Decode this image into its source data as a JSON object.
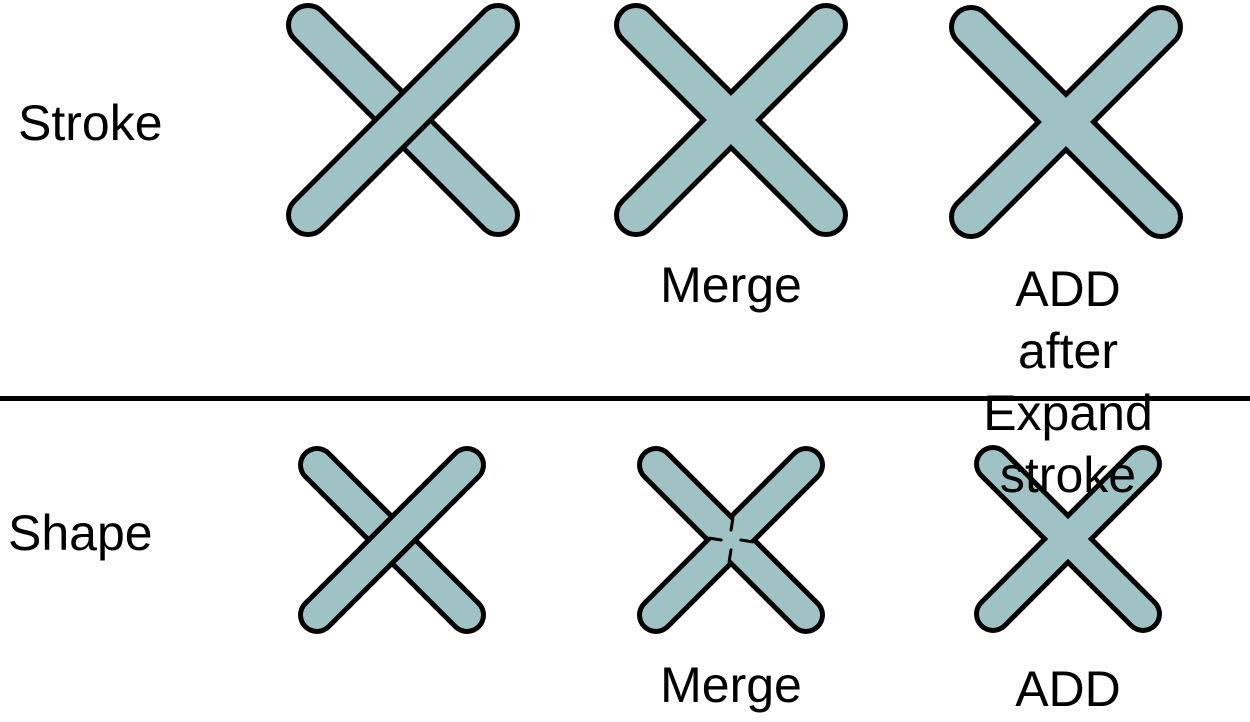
{
  "colors": {
    "fill": "#9fc2c4",
    "outline": "#000000",
    "background": "#ffffff"
  },
  "rows": [
    {
      "label": "Stroke",
      "variants": [
        {
          "caption": "",
          "render": "overlap"
        },
        {
          "caption": "Merge",
          "render": "union"
        },
        {
          "caption": "ADD after\nExpand stroke",
          "render": "union"
        }
      ]
    },
    {
      "label": "Shape",
      "variants": [
        {
          "caption": "",
          "render": "overlap"
        },
        {
          "caption": "Merge",
          "render": "merge-split"
        },
        {
          "caption": "ADD",
          "render": "union"
        }
      ]
    }
  ]
}
